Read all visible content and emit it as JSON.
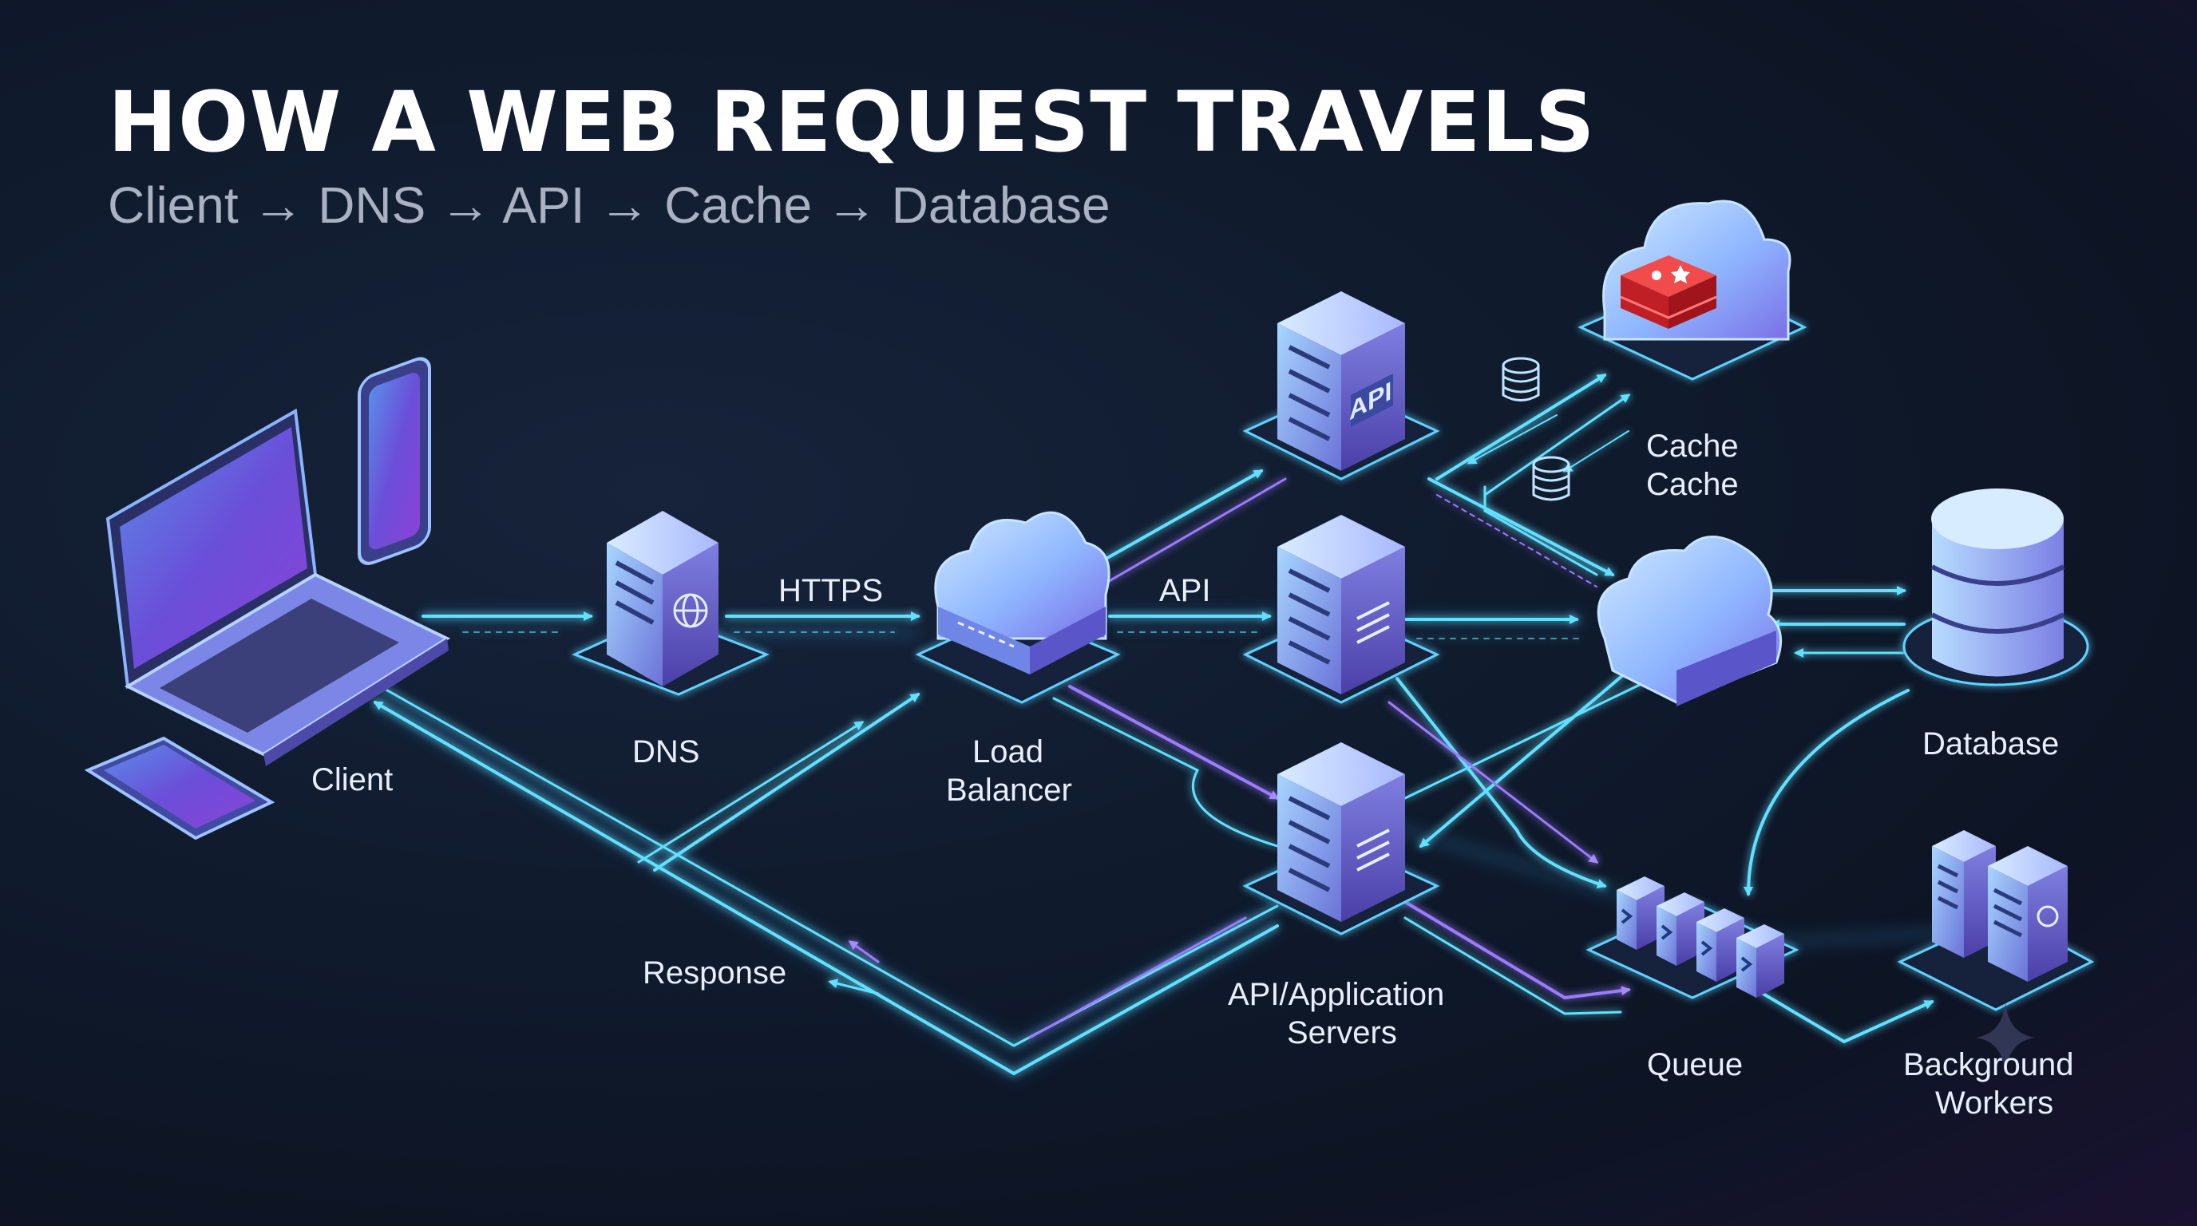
{
  "title": "HOW A WEB REQUEST TRAVELS",
  "subtitle": "Client → DNS → API → Cache → Database",
  "labels": {
    "client": "Client",
    "dns": "DNS",
    "https": "HTTPS",
    "load_balancer_1": "Load",
    "load_balancer_2": "Balancer",
    "api_edge": "API",
    "cache_1": "Cache",
    "cache_2": "Cache",
    "database": "Database",
    "app_servers_1": "API/Application",
    "app_servers_2": "Servers",
    "response": "Response",
    "queue": "Queue",
    "workers_1": "Background",
    "workers_2": "Workers",
    "api_server_badge": "API"
  },
  "colors": {
    "flow_cyan": "#4fd6ff",
    "flow_purple": "#9b7bff",
    "cache_red": "#d8262f",
    "device_purple": "#7a5cff"
  },
  "icons": [
    "laptop-icon",
    "phone-icon",
    "server-icon",
    "globe-icon",
    "cloud-icon",
    "database-icon",
    "queue-icon",
    "worker-server-icon"
  ]
}
